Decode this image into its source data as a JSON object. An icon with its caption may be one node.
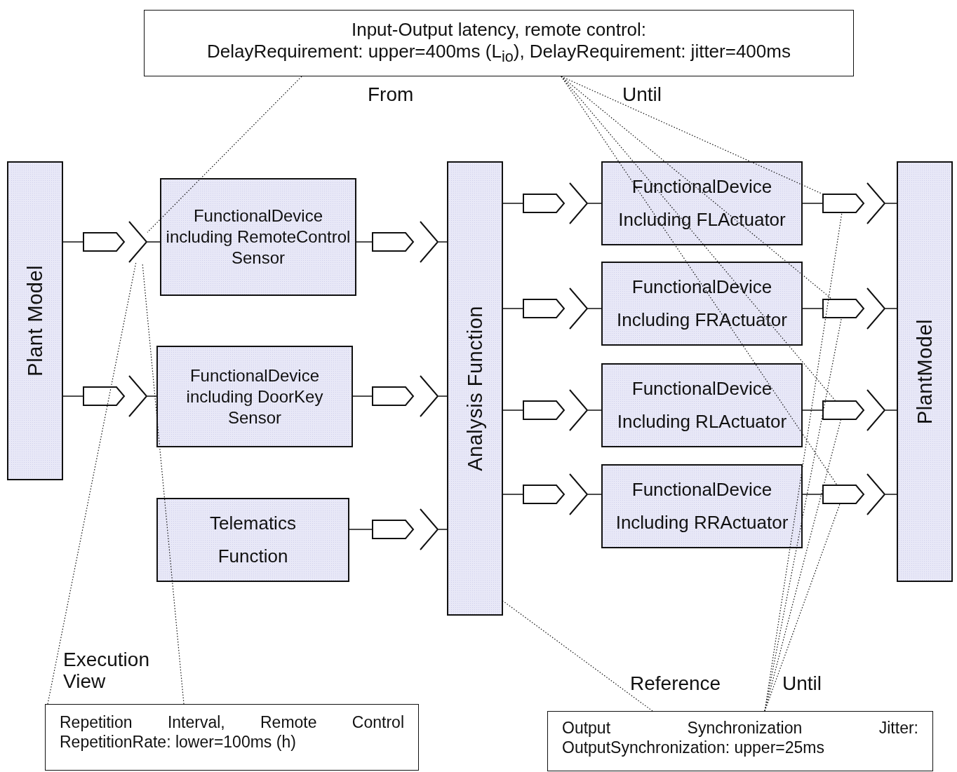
{
  "diagram": {
    "nodes": [
      {
        "text": [
          "Input-Output latency, remote control:",
          "DelayRequirement: upper=400ms (L$_{io}$), DelayRequirement: jitter=400ms"
        ]
      },
      {
        "text": [
          "Plant Model"
        ]
      },
      {
        "text": [
          "FunctionalDevice including RemoteControl Sensor"
        ]
      },
      {
        "text": [
          "FunctionalDevice including DoorKey Sensor"
        ]
      },
      {
        "text": [
          "Telematics",
          "Function"
        ]
      },
      {
        "text": [
          "Analysis Function"
        ]
      },
      {
        "text": [
          "FunctionalDevice",
          "Including FLActuator"
        ]
      },
      {
        "text": [
          "FunctionalDevice",
          "Including FRActuator"
        ]
      },
      {
        "text": [
          "FunctionalDevice",
          "Including RLActuator"
        ]
      },
      {
        "text": [
          "FunctionalDevice",
          "Including RRActuator"
        ]
      },
      {
        "text": [
          "PlantModel"
        ]
      },
      {
        "text": [
          "Repetition Interval, Remote Control RepetitionRate: lower=100ms (h)"
        ]
      },
      {
        "text": [
          "Output Synchronization Jitter: OutputSynchronization: upper=25ms"
        ]
      },
      {
        "text": [],
        "shape": "pentagon"
      },
      {
        "text": [],
        "shape": "chevron"
      },
      {
        "text": [],
        "shape": "pentagon"
      },
      {
        "text": [],
        "shape": "chevron"
      },
      {
        "text": [],
        "shape": "pentagon"
      },
      {
        "text": [],
        "shape": "chevron"
      },
      {
        "text": [],
        "shape": "pentagon"
      },
      {
        "text": [],
        "shape": "chevron"
      },
      {
        "text": [],
        "shape": "pentagon"
      },
      {
        "text": [],
        "shape": "chevron"
      },
      {
        "text": [],
        "shape": "pentagon"
      },
      {
        "text": [],
        "shape": "chevron"
      },
      {
        "text": [],
        "shape": "pentagon"
      },
      {
        "text": [],
        "shape": "chevron"
      },
      {
        "text": [],
        "shape": "pentagon"
      },
      {
        "text": [],
        "shape": "chevron"
      },
      {
        "text": [],
        "shape": "pentagon"
      },
      {
        "text": [],
        "shape": "chevron"
      },
      {
        "text": [],
        "shape": "pentagon"
      },
      {
        "text": [],
        "shape": "chevron"
      },
      {
        "text": [],
        "shape": "pentagon"
      },
      {
        "text": [],
        "shape": "chevron"
      },
      {
        "text": [],
        "shape": "pentagon"
      },
      {
        "text": [],
        "shape": "chevron"
      },
      {
        "text": [],
        "shape": "pentagon"
      },
      {
        "text": [],
        "shape": "chevron"
      }
    ],
    "edges": [
      {
        "from": 1,
        "to": 13,
        "arrow": "none"
      },
      {
        "from": 14,
        "to": 2,
        "arrow": "none"
      },
      {
        "from": 1,
        "to": 15,
        "arrow": "none"
      },
      {
        "from": 16,
        "to": 3,
        "arrow": "none"
      },
      {
        "from": 2,
        "to": 17,
        "arrow": "none"
      },
      {
        "from": 18,
        "to": 5,
        "arrow": "none"
      },
      {
        "from": 3,
        "to": 19,
        "arrow": "none"
      },
      {
        "from": 20,
        "to": 5,
        "arrow": "none"
      },
      {
        "from": 4,
        "to": 21,
        "arrow": "none"
      },
      {
        "from": 22,
        "to": 5,
        "arrow": "none"
      },
      {
        "from": 5,
        "to": 23,
        "arrow": "none"
      },
      {
        "from": 24,
        "to": 6,
        "arrow": "none"
      },
      {
        "from": 5,
        "to": 25,
        "arrow": "none"
      },
      {
        "from": 26,
        "to": 7,
        "arrow": "none"
      },
      {
        "from": 5,
        "to": 27,
        "arrow": "none"
      },
      {
        "from": 28,
        "to": 8,
        "arrow": "none"
      },
      {
        "from": 5,
        "to": 29,
        "arrow": "none"
      },
      {
        "from": 30,
        "to": 9,
        "arrow": "none"
      },
      {
        "from": 6,
        "to": 31,
        "arrow": "none"
      },
      {
        "from": 32,
        "to": 10,
        "arrow": "none"
      },
      {
        "from": 7,
        "to": 33,
        "arrow": "none"
      },
      {
        "from": 34,
        "to": 10,
        "arrow": "none"
      },
      {
        "from": 8,
        "to": 35,
        "arrow": "none"
      },
      {
        "from": 36,
        "to": 10,
        "arrow": "none"
      },
      {
        "from": 9,
        "to": 37,
        "arrow": "none"
      },
      {
        "from": 38,
        "to": 10,
        "arrow": "none"
      },
      {
        "from": 0,
        "to": 14,
        "arrow": "none",
        "style": "dashed"
      },
      {
        "from": 0,
        "to": 31,
        "arrow": "none",
        "style": "dashed"
      },
      {
        "from": 0,
        "to": 33,
        "arrow": "none",
        "style": "dashed"
      },
      {
        "from": 0,
        "to": 35,
        "arrow": "none",
        "style": "dashed"
      },
      {
        "from": 0,
        "to": 37,
        "arrow": "none",
        "style": "dashed"
      },
      {
        "from": 11,
        "to": 14,
        "arrow": "none",
        "style": "dashed"
      },
      {
        "from": 11,
        "to": 14,
        "arrow": "none",
        "style": "dashed"
      },
      {
        "from": 12,
        "to": 5,
        "arrow": "none",
        "style": "dashed"
      },
      {
        "from": 12,
        "to": 31,
        "arrow": "none",
        "style": "dashed"
      },
      {
        "from": 12,
        "to": 33,
        "arrow": "none",
        "style": "dashed"
      },
      {
        "from": 12,
        "to": 35,
        "arrow": "none",
        "style": "dashed"
      },
      {
        "from": 12,
        "to": 37,
        "arrow": "none",
        "style": "dashed"
      }
    ],
    "labels": [
      "From",
      "Until",
      "Execution View",
      "Reference",
      "Until"
    ]
  }
}
